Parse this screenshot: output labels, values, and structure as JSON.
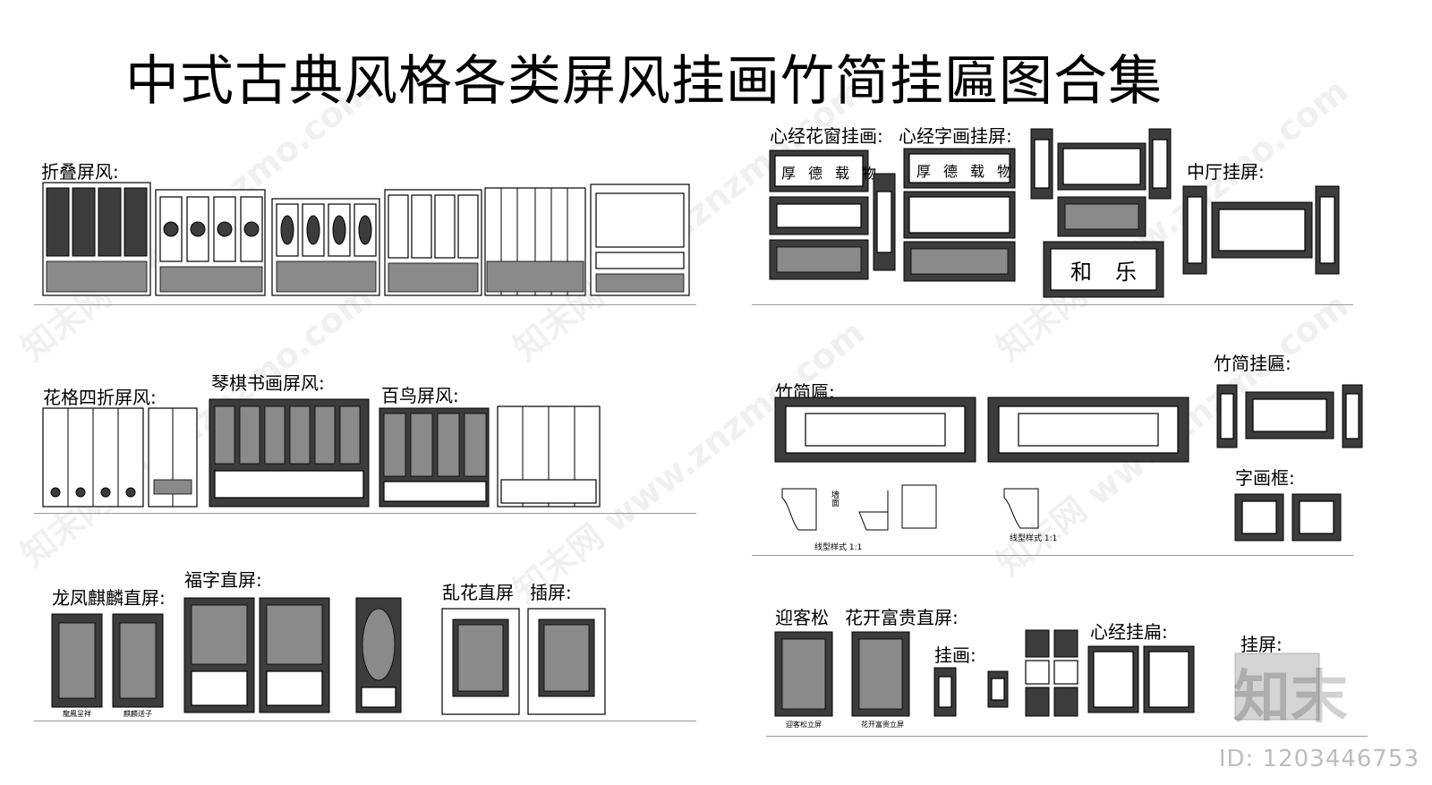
{
  "title": "中式古典风格各类屏风挂画竹简挂匾图合集",
  "labels": {
    "folding_screen": "折叠屏风:",
    "heart_sutra_window": "心经花窗挂画:",
    "heart_sutra_calligraphy": "心经字画挂屏:",
    "hall_screen": "中厅挂屏:",
    "lattice_four_fold": "花格四折屏风:",
    "qin_qi_shu_hua": "琴棋书画屏风:",
    "hundred_birds": "百鸟屏风:",
    "bamboo_plaque": "竹简匾:",
    "bamboo_hanging_plaque": "竹简挂匾:",
    "calligraphy_frame": "字画框:",
    "dragon_phoenix": "龙凤麒麟直屏:",
    "fu_character": "福字直屏:",
    "random_flower": "乱花直屏",
    "insert_screen": "插屏:",
    "welcoming_pine": "迎客松",
    "blossoming_wealth": "花开富贵直屏:",
    "hanging_painting": "挂画:",
    "heart_sutra_plaque": "心经挂扁:",
    "hanging_screen": "挂屏:"
  },
  "plaque_text": {
    "hou_de_zai_wu": "厚德载物",
    "he_le": "和乐"
  },
  "profile_labels": {
    "wall": "墙面",
    "profile_style_1": "线型样式  1:1",
    "profile_style_2": "线型样式  1:1"
  },
  "captions": {
    "dragon": "龍鳳呈祥",
    "qilin": "麒麟送子",
    "pine": "迎客松立屏",
    "peony": "花开富贵立屏"
  },
  "watermark": "知末网 www.znzmo.com",
  "logo": "知末",
  "image_id": "ID: 1203446753"
}
